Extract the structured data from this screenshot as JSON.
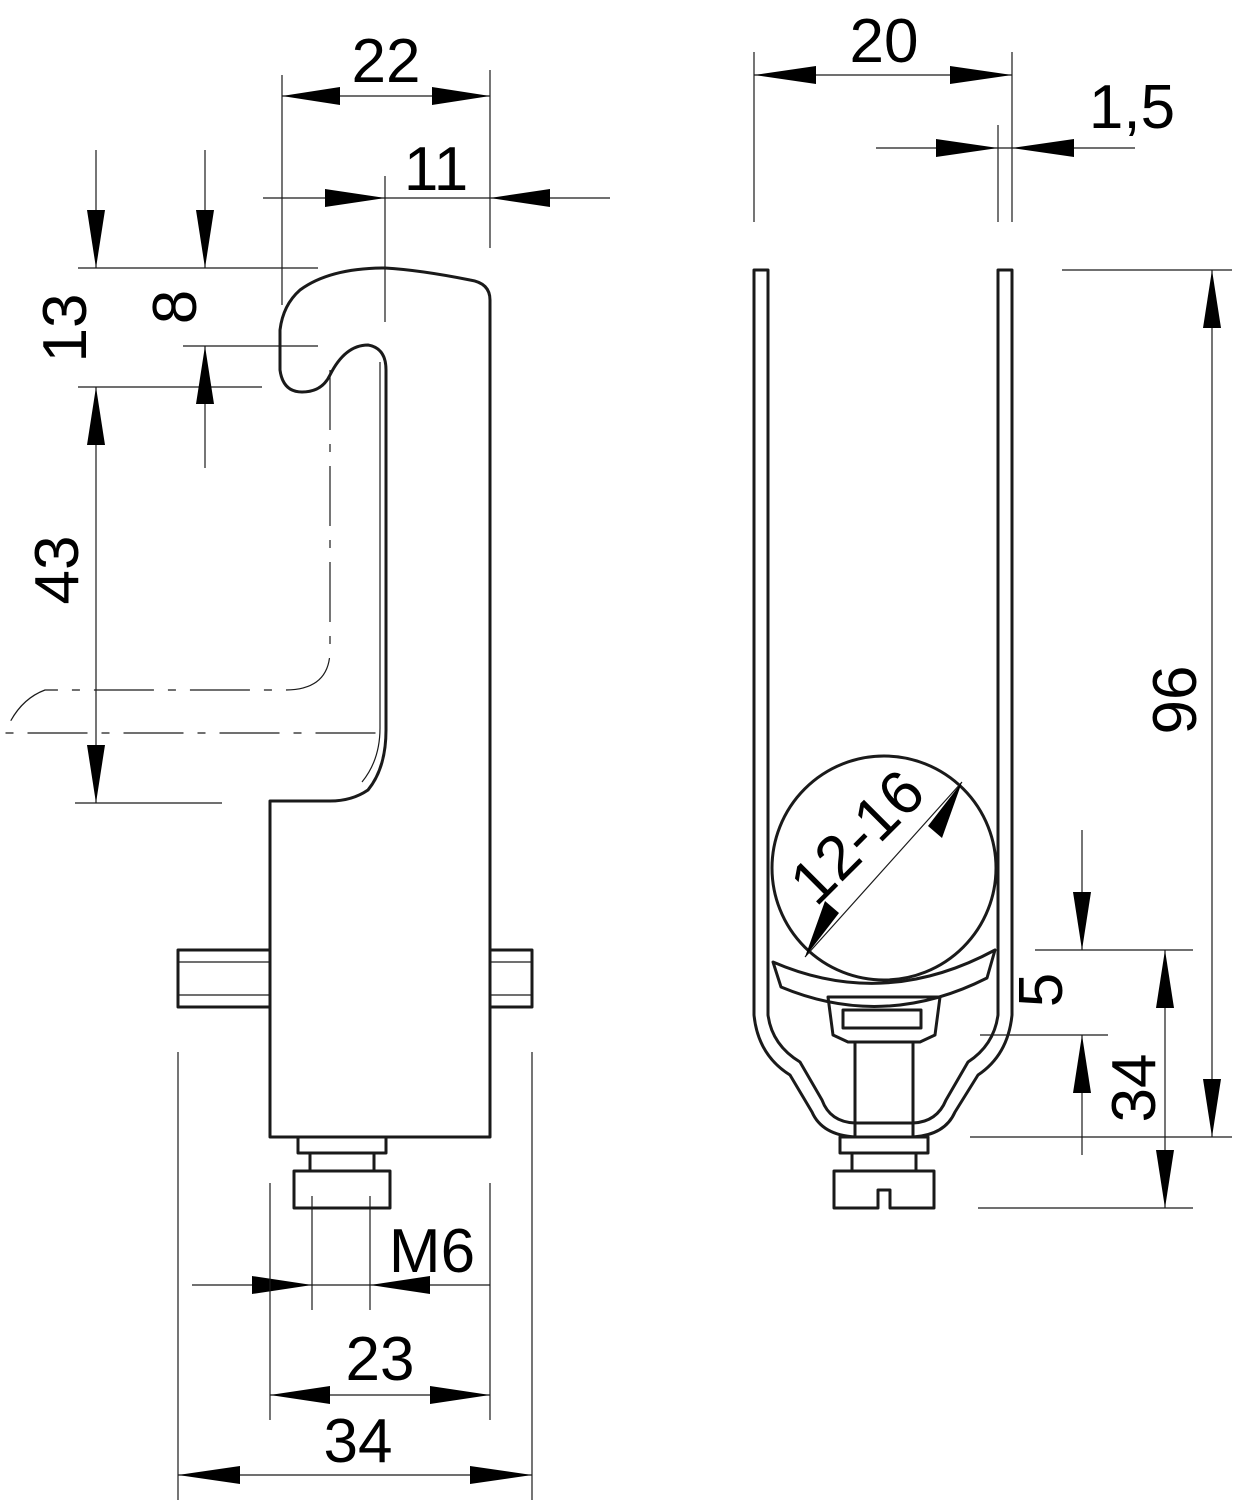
{
  "dimensions": {
    "hook_width": "22",
    "hook_half": "11",
    "hook_height": "13",
    "hook_gap": "8",
    "body_drop": "43",
    "thread": "M6",
    "base_inner": "23",
    "base_outer": "34",
    "clip_width": "20",
    "wall": "1,5",
    "total_height": "96",
    "cable_range": "12-16",
    "saddle_offset": "5",
    "bottom_height": "34"
  }
}
